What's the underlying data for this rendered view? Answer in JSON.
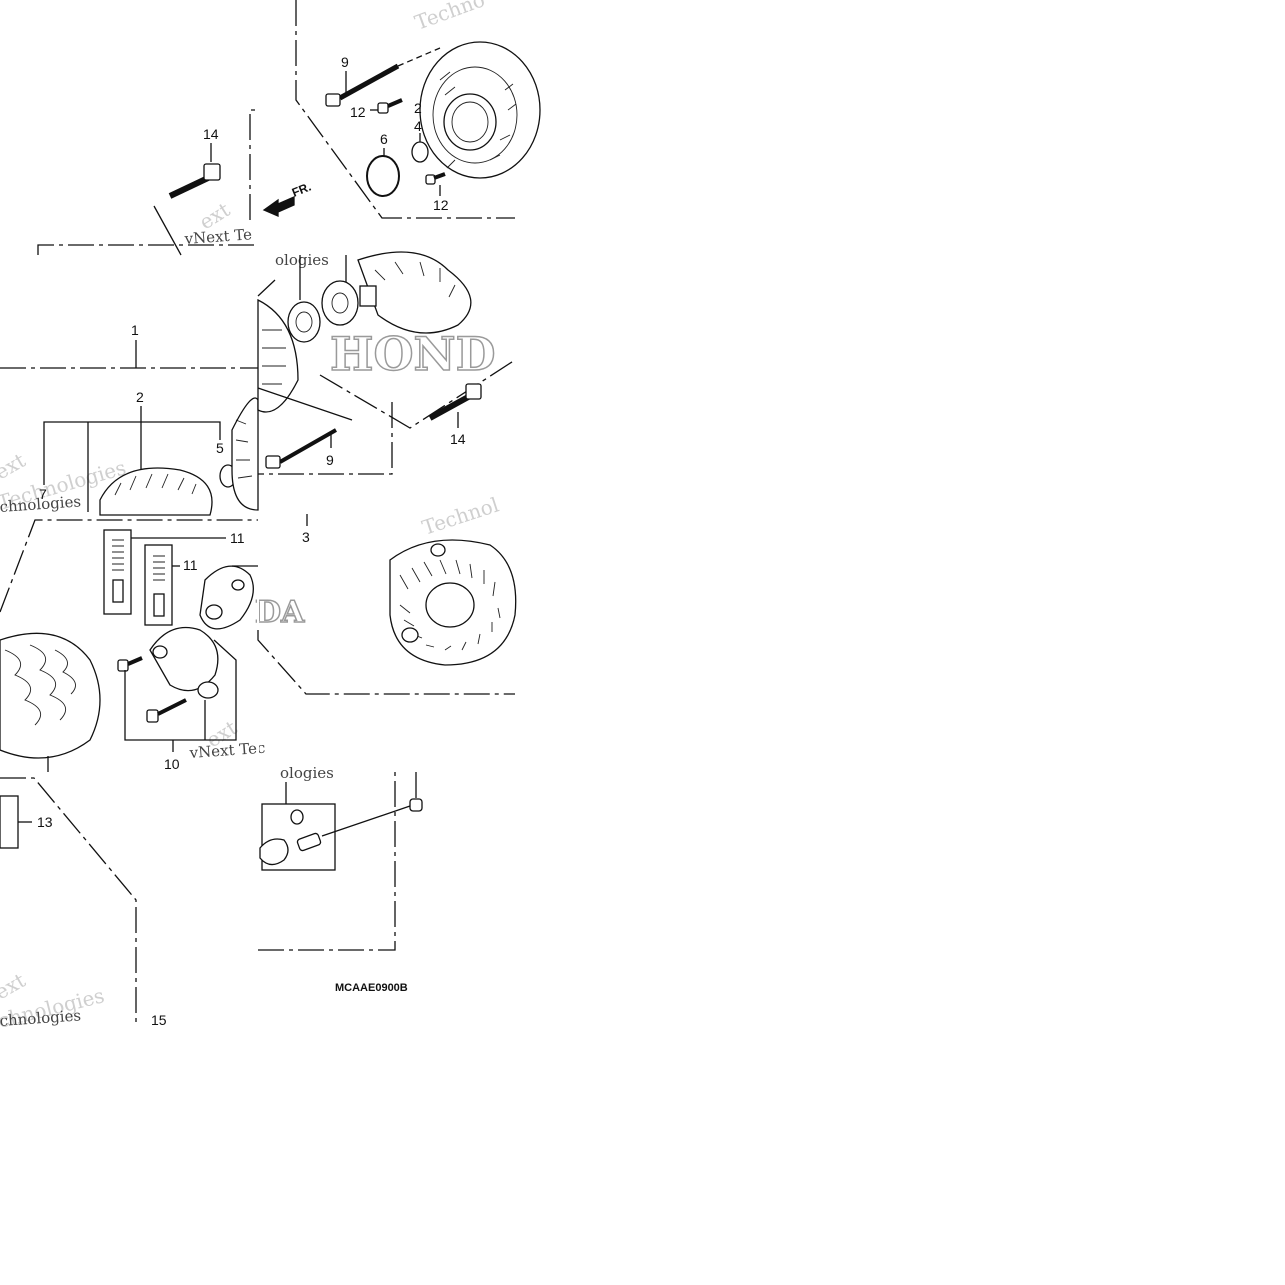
{
  "diagram": {
    "code": "MCAAE0900B",
    "direction_label": "FR.",
    "brand_text": "HOND",
    "brand_text_lower": "DA",
    "watermark": {
      "line_a": "Techno",
      "line_b": "vNext Te",
      "line_c": "ologies",
      "line_d": "ext",
      "line_e": "chnologies",
      "line_f": "vNext Tec",
      "line_g": "Technol",
      "line_h": "Technologies"
    },
    "callouts": {
      "c1": "1",
      "c2a": "2",
      "c2b": "2",
      "c3": "3",
      "c4": "4",
      "c5": "5",
      "c6": "6",
      "c7": "7",
      "c9a": "9",
      "c9b": "9",
      "c10": "10",
      "c11a": "11",
      "c11b": "11",
      "c12a": "12",
      "c12b": "12",
      "c13": "13",
      "c14a": "14",
      "c14b": "14",
      "c15": "15"
    }
  }
}
